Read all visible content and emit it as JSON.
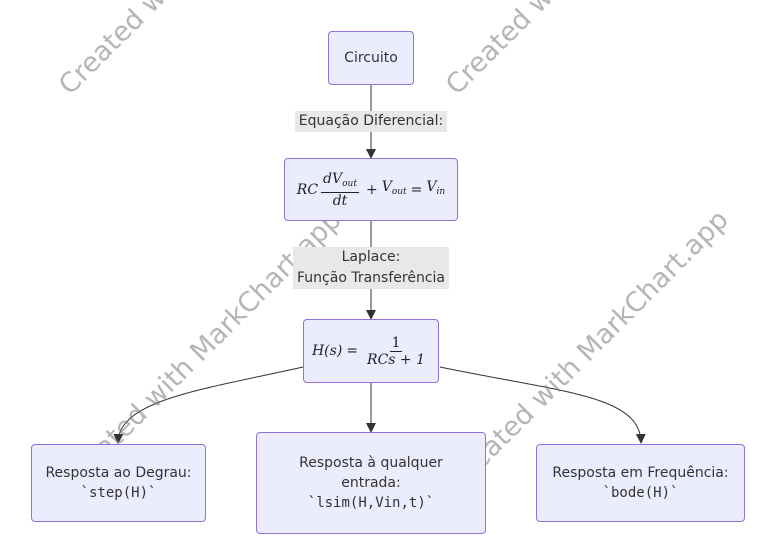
{
  "nodes": {
    "circuit": "Circuito",
    "step_line1": "Resposta ao Degrau:",
    "step_line2": "`step(H)`",
    "any_line1": "Resposta à qualquer",
    "any_line2": "entrada:",
    "any_line3": "`lsim(H,Vin,t)`",
    "freq_line1": "Resposta em Frequência:",
    "freq_line2": "`bode(H)`"
  },
  "equations": {
    "diff": {
      "lhs_prefix": "RC",
      "num": "dV",
      "num_sub": "out",
      "den": "dt",
      "plus": "+",
      "v": "V",
      "v_sub": "out",
      "eq": "=",
      "rhs": "V",
      "rhs_sub": "in"
    },
    "transfer": {
      "lhs": "H(s)",
      "eq": "=",
      "num": "1",
      "den": "RCs + 1"
    }
  },
  "edge_labels": {
    "diff_label": "Equação Diferencial:",
    "laplace_line1": "Laplace:",
    "laplace_line2": "Função Transferência"
  },
  "watermark": "Created with MarkChart.app",
  "colors": {
    "node_fill": "#ECECFF",
    "node_border": "#9370DB",
    "edge": "#333333",
    "label_bg": "#e8e8e8"
  }
}
